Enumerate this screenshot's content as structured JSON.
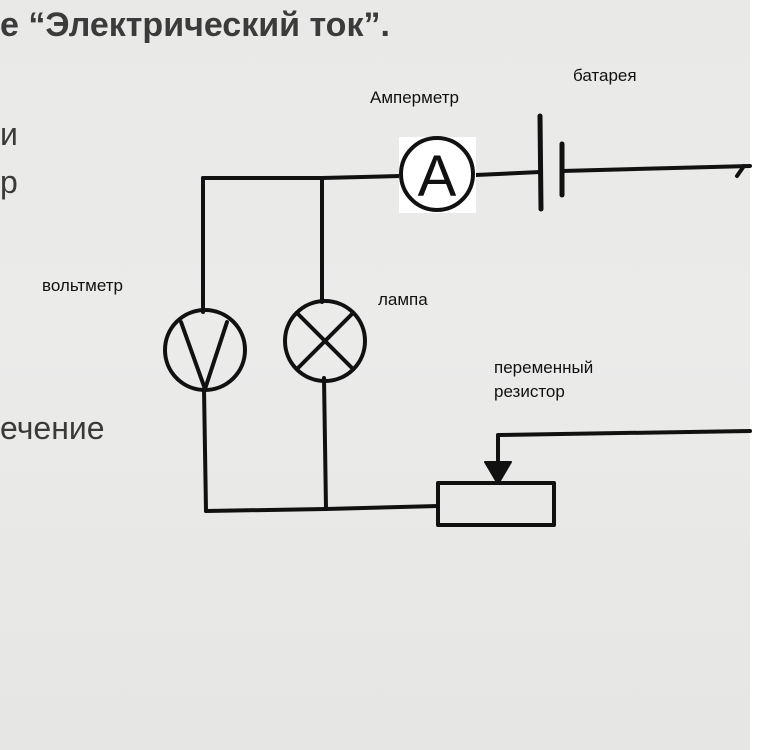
{
  "background_text": {
    "title": "е “Электрический ток”.",
    "fragment_1": "и",
    "fragment_2": "р",
    "fragment_3": "ечение"
  },
  "labels": {
    "ammeter": "Амперметр",
    "battery": "батарея",
    "voltmeter": "вольтметр",
    "lamp": "лампа",
    "resistor_line_1": "переменный",
    "resistor_line_2": "резистор"
  },
  "symbols": {
    "ammeter_letter": "A"
  },
  "colors": {
    "wire": "#111111",
    "paper": "#e9e9e7",
    "page_text": "#3a3a3a"
  }
}
